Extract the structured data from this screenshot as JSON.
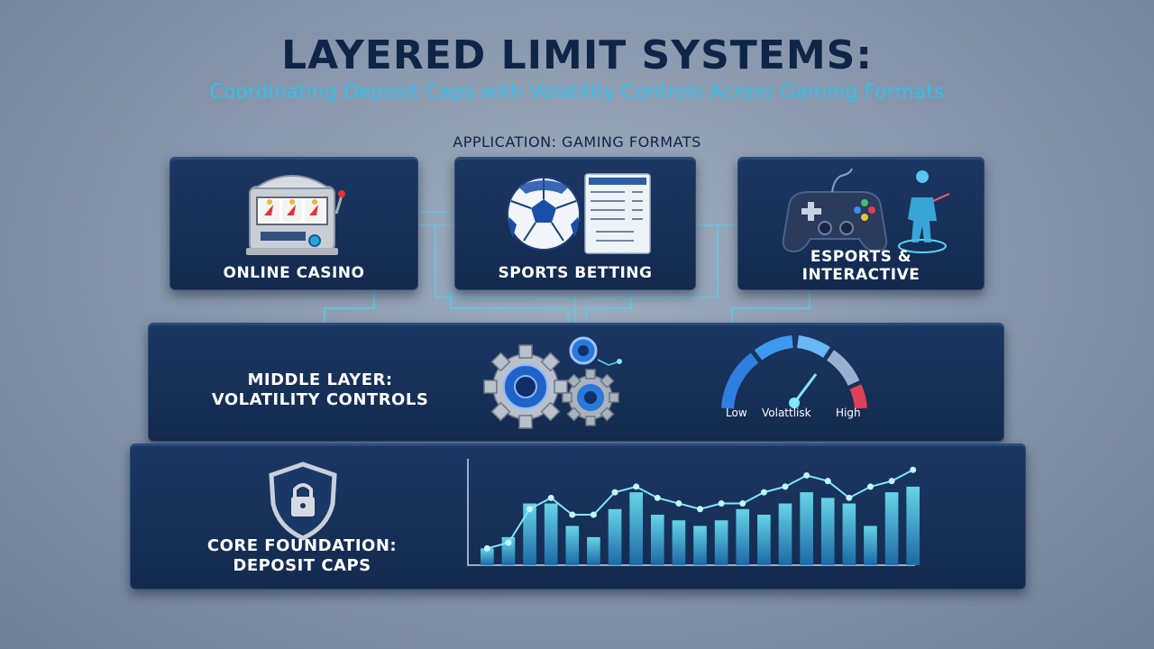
{
  "header": {
    "title": "LAYERED LIMIT SYSTEMS:",
    "subtitle": "Coordinating Deposit Caps with Volatility Controls Across Gaming Formats",
    "section_label": "APPLICATION: GAMING FORMATS"
  },
  "formats": [
    {
      "label": "ONLINE CASINO",
      "icon": "slot-machine-icon"
    },
    {
      "label": "SPORTS BETTING",
      "icon": "soccer-ball-icon"
    },
    {
      "label_line1": "ESPORTS &",
      "label_line2": "INTERACTIVE",
      "icon": "gamepad-icon"
    }
  ],
  "middle_layer": {
    "label_line1": "MIDDLE LAYER:",
    "label_line2": "VOLATILITY CONTROLS",
    "gauge": {
      "low": "Low",
      "mid": "Volattlisk",
      "high": "High"
    }
  },
  "core_layer": {
    "label_line1": "CORE FOUNDATION:",
    "label_line2": "DEPOSIT CAPS",
    "icon": "shield-lock-icon"
  },
  "chart_data": {
    "type": "bar",
    "bars": [
      3,
      5,
      11,
      11,
      7,
      5,
      10,
      13,
      9,
      8,
      7,
      8,
      10,
      9,
      11,
      13,
      12,
      11,
      7,
      13,
      14
    ],
    "line": [
      3,
      4,
      10,
      12,
      9,
      9,
      13,
      14,
      12,
      11,
      10,
      11,
      11,
      13,
      14,
      16,
      15,
      12,
      14,
      15,
      17
    ]
  },
  "colors": {
    "title": "#0e2548",
    "subtitle": "#35c0ee",
    "panel": "#16305a",
    "accent": "#4fd8f5",
    "gauge_low": "#2f7fe0",
    "gauge_high": "#e0405a"
  }
}
